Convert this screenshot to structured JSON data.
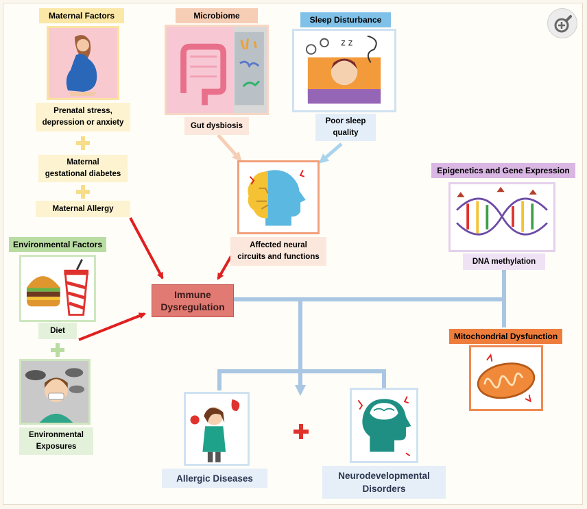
{
  "maternal": {
    "header": "Maternal Factors",
    "item1": "Prenatal stress,\ndepression or anxiety",
    "item2": "Maternal\ngestational diabetes",
    "item3": "Maternal Allergy"
  },
  "microbiome": {
    "header": "Microbiome",
    "label": "Gut dysbiosis"
  },
  "sleep": {
    "header": "Sleep Disturbance",
    "label": "Poor sleep\nquality"
  },
  "neural": {
    "label": "Affected neural\ncircuits and functions"
  },
  "epigenetics": {
    "header": "Epigenetics and Gene Expression",
    "label": "DNA methylation"
  },
  "environmental": {
    "header": "Environmental Factors",
    "diet": "Diet",
    "exposures": "Environmental\nExposures"
  },
  "center": {
    "label": "Immune\nDysregulation"
  },
  "mito": {
    "header": "Mitochondrial Dysfunction"
  },
  "outcomes": {
    "allergic": "Allergic Diseases",
    "neuro": "Neurodevelopmental\nDisorders"
  },
  "colors": {
    "maternal": "#fbe8a6",
    "microbiome": "#f6cdb5",
    "sleep": "#7fc1e8",
    "epigenetics": "#d9b6e3",
    "environmental": "#b9dca2",
    "mito": "#ee7d3c",
    "immune": "#e07a72",
    "arrow_red": "#e02020",
    "connector_blue": "#a9c6e3"
  }
}
